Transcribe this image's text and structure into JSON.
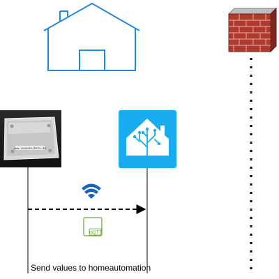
{
  "diagram": {
    "caption": "Send values to homeautomation",
    "device_label": "www.sonnenschein.de",
    "protocol_badge": "MQTT",
    "icons": {
      "house": "house-outline-icon",
      "firewall": "brick-wall-icon",
      "sensor": "sensor-device-photo",
      "hub": "home-assistant-icon",
      "wifi": "wifi-icon",
      "mqtt": "mqtt-icon"
    },
    "colors": {
      "house": "#1e88e5",
      "hub_bg": "#19adef",
      "wifi": "#1565c0",
      "mqtt": "#66a832",
      "wall_red": "#b03a2e",
      "wall_top": "#9e9e9e",
      "lines": "#000000"
    }
  }
}
